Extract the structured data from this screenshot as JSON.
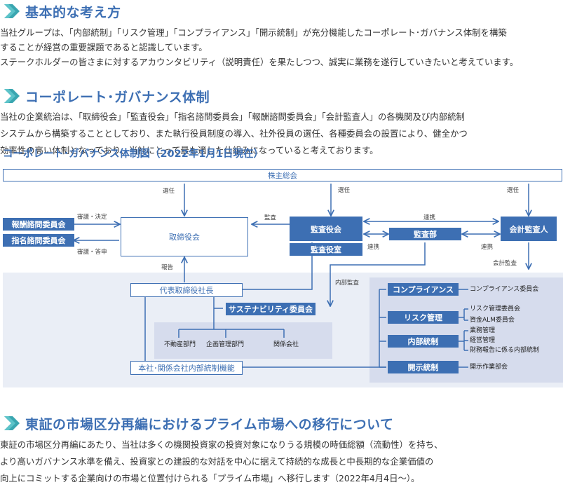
{
  "sections": [
    {
      "title": "基本的な考え方",
      "lines": [
        "当社グループは、「内部統制」「リスク管理」「コンプライアンス」「開示統制」が充分機能したコーポレート･ガバナンス体制を構築",
        "することが経営の重要課題であると認識しています。",
        "ステークホルダーの皆さまに対するアカウンタビリティ（説明責任）を果たしつつ、誠実に業務を遂行していきたいと考えています。"
      ]
    },
    {
      "title": "コーポレート･ガバナンス体制",
      "lines": [
        "当社の企業統治は、「取締役会」「監査役会」「指名諮問委員会」「報酬諮問委員会」「会計監査人」の各機関及び内部統制",
        "システムから構築することとしており、また執行役員制度の導入、社外役員の選任、各種委員会の設置により、健全かつ",
        "効率性の高い体制となっており、当社にとって最も適した仕組みになっていると考えております。"
      ]
    },
    {
      "title": "東証の市場区分再編におけるプライム市場への移行について",
      "lines": [
        "東証の市場区分再編にあたり、当社は多くの機関投資家の投資対象になりうる規模の時価総額（流動性）を持ち、",
        "より高いガバナンス水準を備え、投資家との建設的な対話を中心に据えて持続的な成長と中長期的な企業価値の",
        "向上にコミットする企業向けの市場と位置付けられる「プライム市場」へ移行します（2022年4月4日〜）。"
      ]
    }
  ],
  "diagram": {
    "title": "コーポレート･ガバナンス体制図（2022年1月1日現在）",
    "shareholders": "株主総会",
    "remuneration_committee": "報酬諮問委員会",
    "nomination_committee": "指名諮問委員会",
    "board": "取締役会",
    "audit_board": "監査役会",
    "audit_office": "監査役室",
    "audit_dept": "監査部",
    "accounting_auditor": "会計監査人",
    "president": "代表取締役社長",
    "sustainability": "サステナビリティ委員会",
    "internal_control_function": "本社･関係会社内部統制機能",
    "depts": [
      "不動産部門",
      "企画管理部門",
      "関係会社"
    ],
    "compliance": "コンプライアンス",
    "risk": "リスク管理",
    "internal_control": "内部統制",
    "disclosure": "開示統制",
    "compliance_committee": "コンプライアンス委員会",
    "risk_committees": [
      "リスク管理委員会",
      "資金ALM委員会"
    ],
    "internal_control_items": [
      "業務管理",
      "経営管理",
      "財務報告に係る内部統制"
    ],
    "disclosure_committee": "開示作業部会",
    "labels": {
      "deliberation_decision": "審議・決定",
      "deliberation_report": "審議・答申",
      "election_left": "選任",
      "election_mid": "選任",
      "election_right": "選任",
      "audit": "監査",
      "cooperation_top": "連携",
      "cooperation_left": "連携",
      "cooperation_right": "連携",
      "accounting_audit": "会計監査",
      "report": "報告",
      "internal_audit": "内部監査"
    }
  }
}
